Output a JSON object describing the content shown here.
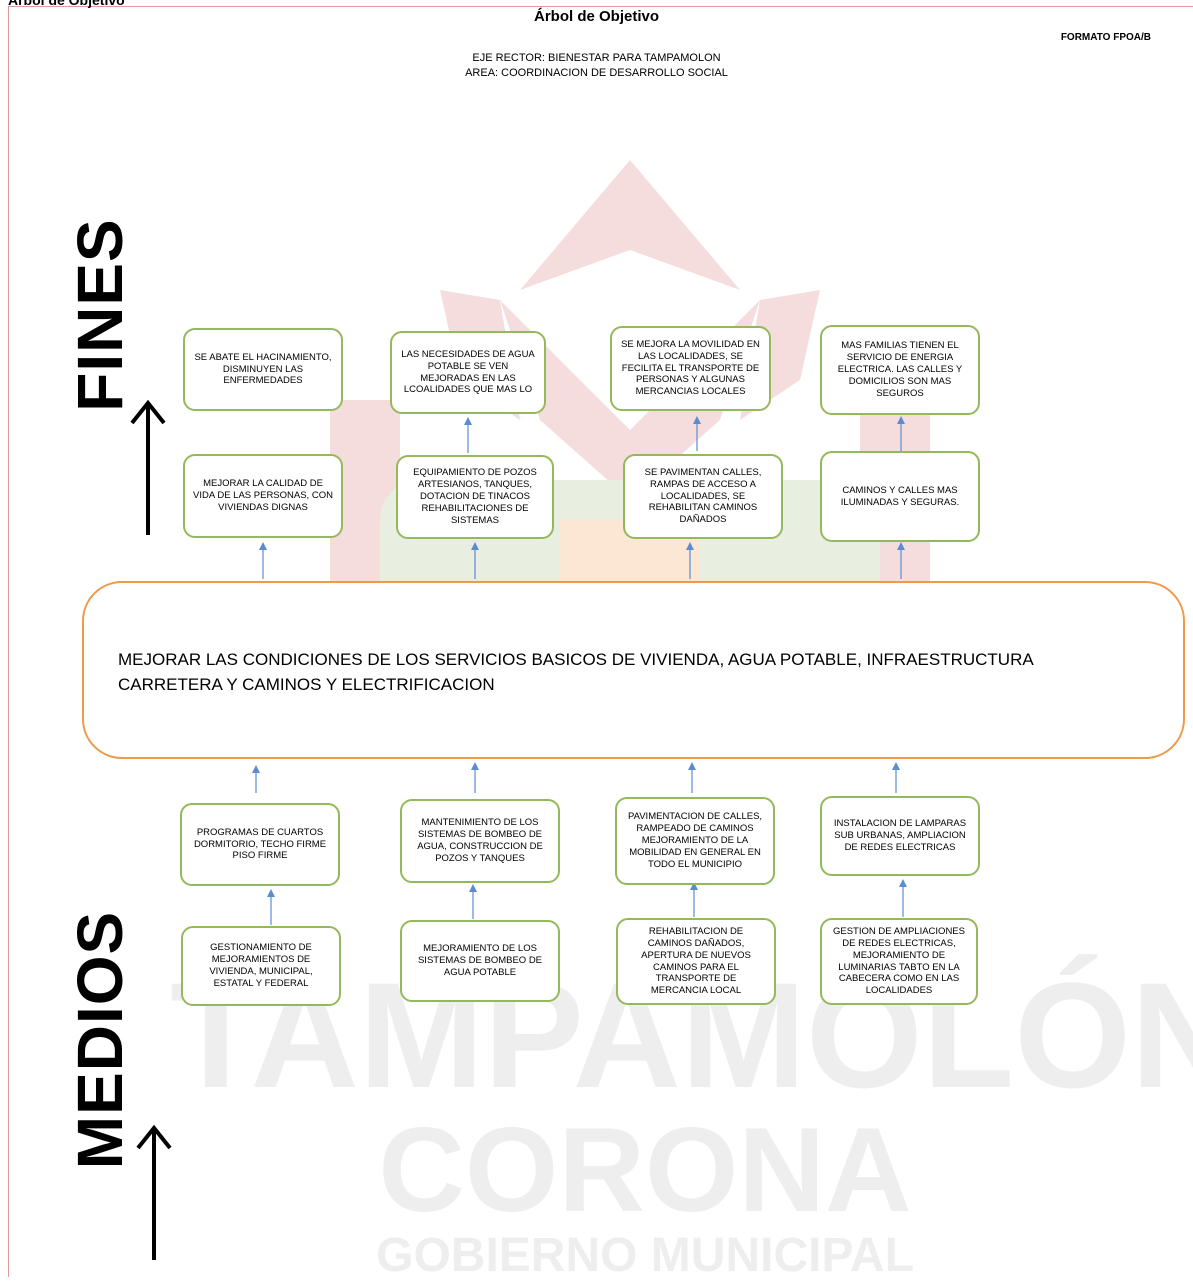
{
  "header": {
    "clipped_title": "Árbol de Objetivo",
    "title": "Árbol de Objetivo",
    "format_code": "FORMATO FPOA/B",
    "eje_rector": "EJE RECTOR:  BIENESTAR PARA TAMPAMOLON",
    "area": "AREA: COORDINACION DE DESARROLLO SOCIAL"
  },
  "side_labels": {
    "fines": "FINES",
    "medios": "MEDIOS"
  },
  "watermark": {
    "line1": "TAMPAMOLÓN",
    "line2": "CORONA",
    "line3": "GOBIERNO MUNICIPAL",
    "colors": {
      "text": "#eeeeee",
      "red": "#f6dddd",
      "green": "#e8efe0",
      "orange": "#fbe7d3"
    }
  },
  "colors": {
    "box_border": "#94b95a",
    "goal_border": "#ef9a48",
    "arrow": "#5b8bd0",
    "frame": "#e39a9a"
  },
  "goal": {
    "text": "MEJORAR LAS CONDICIONES DE LOS SERVICIOS BASICOS DE VIVIENDA, AGUA POTABLE, INFRAESTRUCTURA CARRETERA Y CAMINOS Y ELECTRIFICACION"
  },
  "fines_top": [
    "SE ABATE EL HACINAMIENTO, DISMINUYEN LAS ENFERMEDADES",
    "LAS NECESIDADES DE AGUA POTABLE SE VEN MEJORADAS EN LAS LCOALIDADES QUE MAS LO",
    "SE MEJORA LA MOVILIDAD EN LAS LOCALIDADES, SE FECILITA EL TRANSPORTE DE PERSONAS Y ALGUNAS MERCANCIAS LOCALES",
    "MAS FAMILIAS TIENEN EL SERVICIO DE ENERGIA ELECTRICA. LAS CALLES Y DOMICILIOS SON MAS SEGUROS"
  ],
  "fines_bottom": [
    "MEJORAR LA CALIDAD DE VIDA DE LAS PERSONAS, CON VIVIENDAS DIGNAS",
    "EQUIPAMIENTO DE POZOS ARTESIANOS, TANQUES, DOTACION DE TINACOS REHABILITACIONES DE SISTEMAS",
    "SE PAVIMENTAN CALLES, RAMPAS DE ACCESO A LOCALIDADES, SE REHABILITAN CAMINOS DAÑADOS",
    "CAMINOS Y CALLES MAS ILUMINADAS Y SEGURAS."
  ],
  "medios_top": [
    "PROGRAMAS DE CUARTOS DORMITORIO, TECHO FIRME\nPISO FIRME",
    "MANTENIMIENTO  DE LOS SISTEMAS DE BOMBEO DE AGUA, CONSTRUCCION DE POZOS Y TANQUES",
    "PAVIMENTACION DE CALLES, RAMPEADO DE CAMINOS MEJORAMIENTO DE LA MOBILIDAD EN GENERAL EN TODO EL MUNICIPIO",
    "INSTALACION DE LAMPARAS SUB URBANAS, AMPLIACION DE REDES ELECTRICAS"
  ],
  "medios_bottom": [
    "GESTIONAMIENTO DE MEJORAMIENTOS DE VIVIENDA, MUNICIPAL, ESTATAL Y FEDERAL",
    "MEJORAMIENTO DE LOS SISTEMAS DE BOMBEO DE AGUA POTABLE",
    "REHABILITACION DE CAMINOS DAÑADOS, APERTURA DE NUEVOS CAMINOS PARA EL TRANSPORTE DE MERCANCIA LOCAL",
    "GESTION DE AMPLIACIONES DE REDES ELECTRICAS, MEJORAMIENTO DE LUMINARIAS TABTO EN LA CABECERA COMO EN LAS LOCALIDADES"
  ]
}
